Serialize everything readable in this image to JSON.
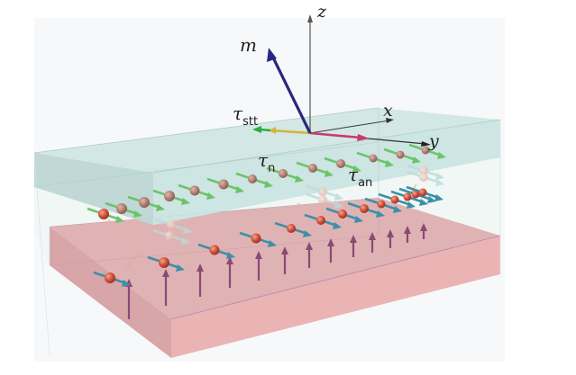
{
  "figure": {
    "axes": {
      "z": "z",
      "x": "x",
      "y": "y",
      "m": "m"
    },
    "torques": {
      "stt": {
        "symbol": "τ",
        "sub": "stt"
      },
      "n": {
        "symbol": "τ",
        "sub": "n"
      },
      "an": {
        "symbol": "τ",
        "sub": "an"
      }
    },
    "colors": {
      "background_panel": "#f7f8f9",
      "top_layer": "#c6e2df",
      "top_layer_side": "#b9d6d3",
      "spacer": "#eef6f4",
      "bottom_layer": "#e3a8a9",
      "bottom_layer_side": "#d9a4a7",
      "magnetization": "#27287f",
      "spin_arrow_top": "#6cc46a",
      "spin_arrow_bottom": "#3d90a8",
      "local_moment": "#8a4a74",
      "electron": "#d5553f",
      "stt_green": "#2eaa3c",
      "stt_yellow": "#d4b43a",
      "y_pink": "#c83a6e"
    }
  }
}
